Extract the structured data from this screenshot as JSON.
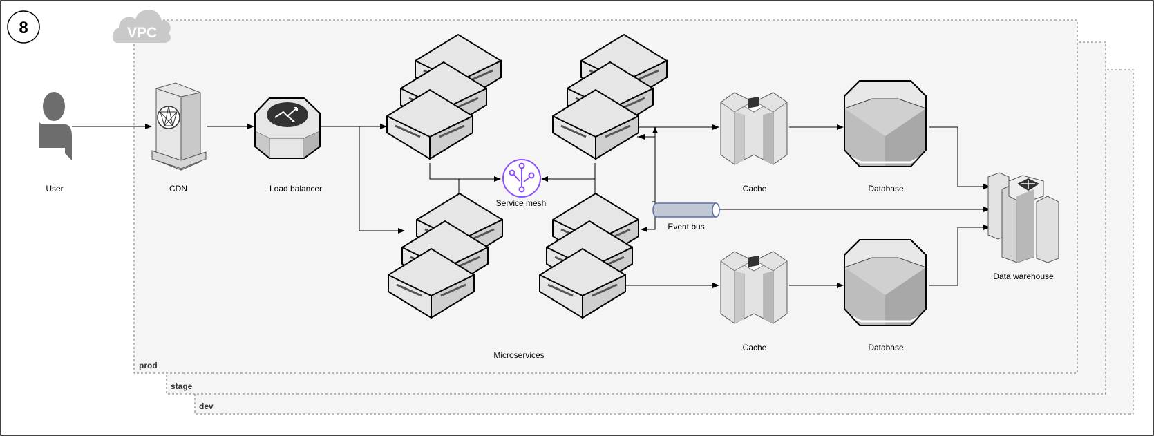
{
  "badge": "8",
  "vpc_label": "VPC",
  "environments": [
    "prod",
    "stage",
    "dev"
  ],
  "nodes": {
    "user": "User",
    "cdn": "CDN",
    "load_balancer": "Load balancer",
    "service_mesh": "Service mesh",
    "microservices": "Microservices",
    "event_bus": "Event bus",
    "cache_top": "Cache",
    "cache_bottom": "Cache",
    "database_top": "Database",
    "database_bottom": "Database",
    "data_warehouse": "Data warehouse"
  },
  "colors": {
    "frame_border": "#000000",
    "env_fill": "#f5f5f5",
    "env_border": "#777777",
    "node_fill": "#e6e6e6",
    "node_dark": "#b3b3b3",
    "user_icon": "#6d6d6d",
    "mesh_purple": "#8c4fff",
    "event_bus_fill": "#c0c8d6",
    "event_bus_border": "#5a6fa5",
    "vpc_cloud": "#c9c9c9"
  },
  "icons": [
    "user-icon",
    "cdn-icon",
    "load-balancer-icon",
    "server-icon",
    "service-mesh-icon",
    "event-bus-icon",
    "cache-icon",
    "database-icon",
    "data-warehouse-icon",
    "cloud-icon"
  ]
}
